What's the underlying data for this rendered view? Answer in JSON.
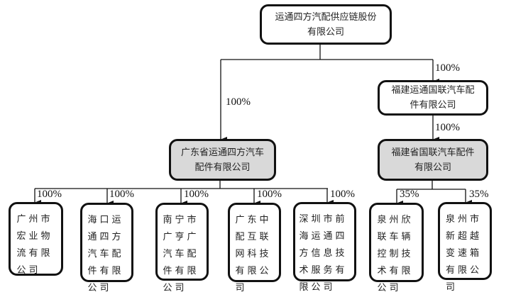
{
  "nodes": {
    "root": "运通四方汽配供应链股份有限公司",
    "fujian_yuntong": "福建运通国联汽车配件有限公司",
    "guangdong_yuntong": "广东省运通四方汽车配件有限公司",
    "fujian_guolian": "福建省国联汽车配件有限公司",
    "gz_hongye": "广州市宏业物流有限公司",
    "haikou": "海口运通四方汽车配件有限公司",
    "nanning": "南宁市广亨广汽车配件有限公司",
    "gd_zhongpei": "广东中配互联网科技有限公司",
    "shenzhen": "深圳市前海运通四方信息技术服务有限公司",
    "qz_xinlian": "泉州欣联车辆控制技术有限公司",
    "qz_xinchaoyue": "泉州市新超越变速箱有限公司"
  },
  "edges": {
    "root_to_guangdong": "100%",
    "root_to_fujian_yuntong": "100%",
    "fujian_yuntong_to_guolian": "100%",
    "guangdong_to_gz_hongye": "100%",
    "guangdong_to_haikou": "100%",
    "guangdong_to_nanning": "100%",
    "guangdong_to_gd_zhongpei": "100%",
    "guangdong_to_shenzhen": "100%",
    "guolian_to_qz_xinlian": "35%",
    "guolian_to_qz_xinchaoyue": "35%"
  }
}
